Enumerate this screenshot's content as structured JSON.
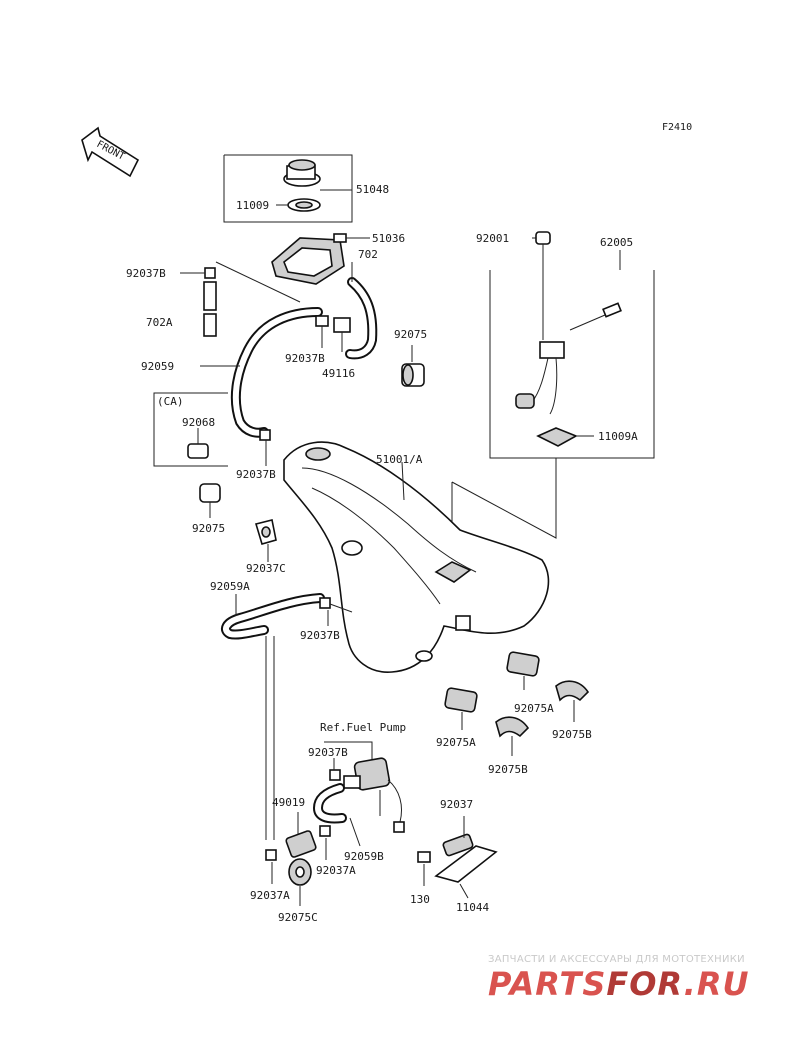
{
  "figure_code": "F2410",
  "front_arrow_label": "FRONT",
  "fuel_pump_ref": "Ref.Fuel Pump",
  "variant_label": "(CA)",
  "part_labels": {
    "p51048": "51048",
    "p11009": "11009",
    "p51036": "51036",
    "p702": "702",
    "p92037B_a": "92037B",
    "p702A": "702A",
    "p92075_a": "92075",
    "p92037B_b": "92037B",
    "p49116": "49116",
    "p92059": "92059",
    "p92001": "92001",
    "p62005": "62005",
    "p92068": "92068",
    "p11009A": "11009A",
    "p92037B_c": "92037B",
    "p51001A": "51001/A",
    "p92075_b": "92075",
    "p92037C": "92037C",
    "p92059A": "92059A",
    "p92037B_d": "92037B",
    "p92075A_a": "92075A",
    "p92075B_a": "92075B",
    "p92075A_b": "92075A",
    "p92075B_b": "92075B",
    "p92037B_e": "92037B",
    "p49019": "49019",
    "p92037": "92037",
    "p92059B": "92059B",
    "p92037A_a": "92037A",
    "p130": "130",
    "p11044": "11044",
    "p92037A_b": "92037A",
    "p92075C": "92075C"
  },
  "watermark": {
    "tagline": "ЗАПЧАСТИ И АКСЕССУАРЫ ДЛЯ МОТОТЕХНИКИ",
    "brand_part1": "PARTS",
    "brand_part2": "FOR",
    "brand_part3": ".RU",
    "color_brand": "#d9534f",
    "color_brand_dark": "#b03a36",
    "color_tagline": "#c9c9c9"
  },
  "colors": {
    "line": "#111111",
    "label": "#1a1a1a",
    "background": "#ffffff"
  }
}
